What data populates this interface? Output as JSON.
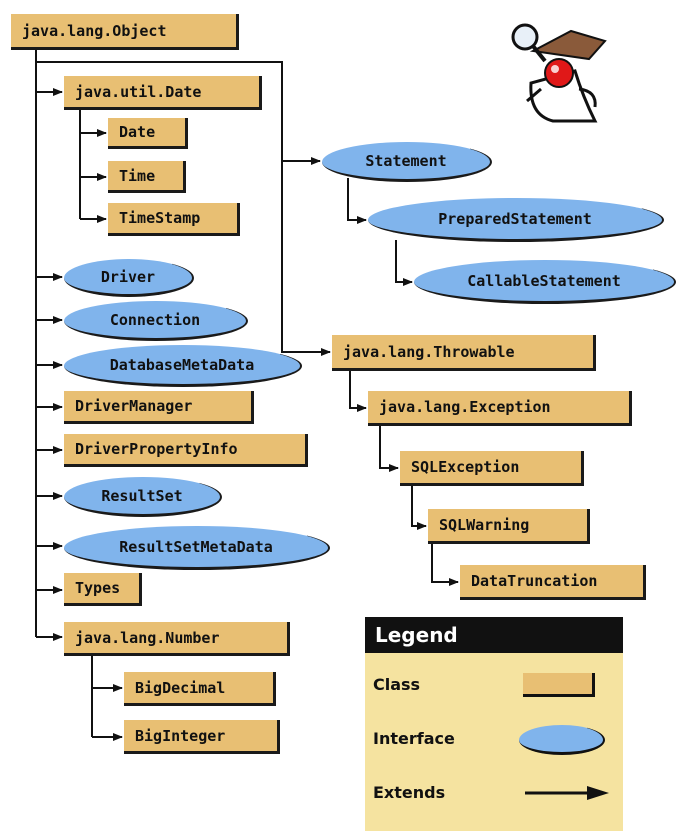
{
  "classes": {
    "object": "java.lang.Object",
    "util_date": "java.util.Date",
    "date": "Date",
    "time": "Time",
    "timestamp": "TimeStamp",
    "driver_manager": "DriverManager",
    "driver_property_info": "DriverPropertyInfo",
    "types": "Types",
    "number": "java.lang.Number",
    "big_decimal": "BigDecimal",
    "big_integer": "BigInteger",
    "throwable": "java.lang.Throwable",
    "exception": "java.lang.Exception",
    "sql_exception": "SQLException",
    "sql_warning": "SQLWarning",
    "data_truncation": "DataTruncation"
  },
  "interfaces": {
    "statement": "Statement",
    "prepared_statement": "PreparedStatement",
    "callable_statement": "CallableStatement",
    "driver": "Driver",
    "connection": "Connection",
    "database_meta_data": "DatabaseMetaData",
    "result_set": "ResultSet",
    "result_set_meta_data": "ResultSetMetaData"
  },
  "legend": {
    "title": "Legend",
    "class_label": "Class",
    "interface_label": "Interface",
    "extends_label": "Extends"
  },
  "colors": {
    "class_fill": "#e8bf73",
    "interface_fill": "#80b4ec",
    "legend_fill": "#f5e3a0",
    "line": "#111111"
  },
  "mascot_icon": "duke-detective-icon"
}
